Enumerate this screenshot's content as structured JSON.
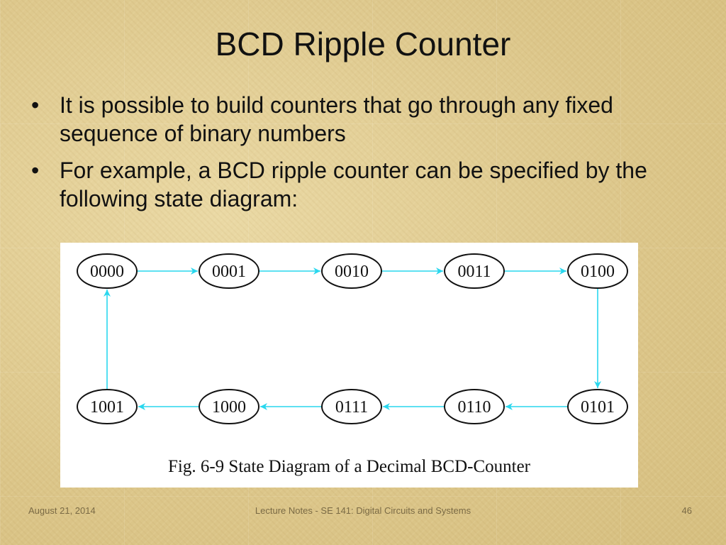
{
  "slide": {
    "title": "BCD Ripple Counter",
    "bullets": [
      "It is possible to build counters that go through any fixed sequence of binary numbers",
      "For example, a BCD ripple counter can be specified by the following state diagram:"
    ],
    "bullet_glyph": "•"
  },
  "diagram": {
    "caption": "Fig. 6-9  State Diagram of a Decimal BCD-Counter",
    "states_top": [
      "0000",
      "0001",
      "0010",
      "0011",
      "0100"
    ],
    "states_bottom": [
      "1001",
      "1000",
      "0111",
      "0110",
      "0101"
    ],
    "arrow_color": "#29d7ee"
  },
  "footer": {
    "date": "August 21, 2014",
    "course": "Lecture Notes - SE 141: Digital Circuits and Systems",
    "page": "46"
  }
}
